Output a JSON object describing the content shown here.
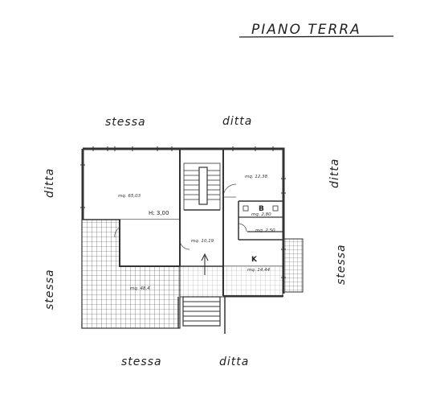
{
  "title": "PIANO TERRA",
  "labels": {
    "top_left": "stessa",
    "top_right": "ditta",
    "left": "ditta",
    "right": "ditta",
    "left_lower": "stessa",
    "right_lower": "stessa",
    "bottom_left": "stessa",
    "bottom_right": "ditta"
  },
  "rooms": {
    "living_area": "mq. 65,03",
    "height": "H: 3,00",
    "hall_area": "mq. 10,19",
    "room_area": "mq. 12,38",
    "bath_label": "B",
    "bath_area": "mq. 2,80",
    "wc_area": "mq. 2,50",
    "kitchen_label": "K",
    "kitchen_area": "mq. 14,44",
    "terrace_area": "mq. 48,4"
  }
}
